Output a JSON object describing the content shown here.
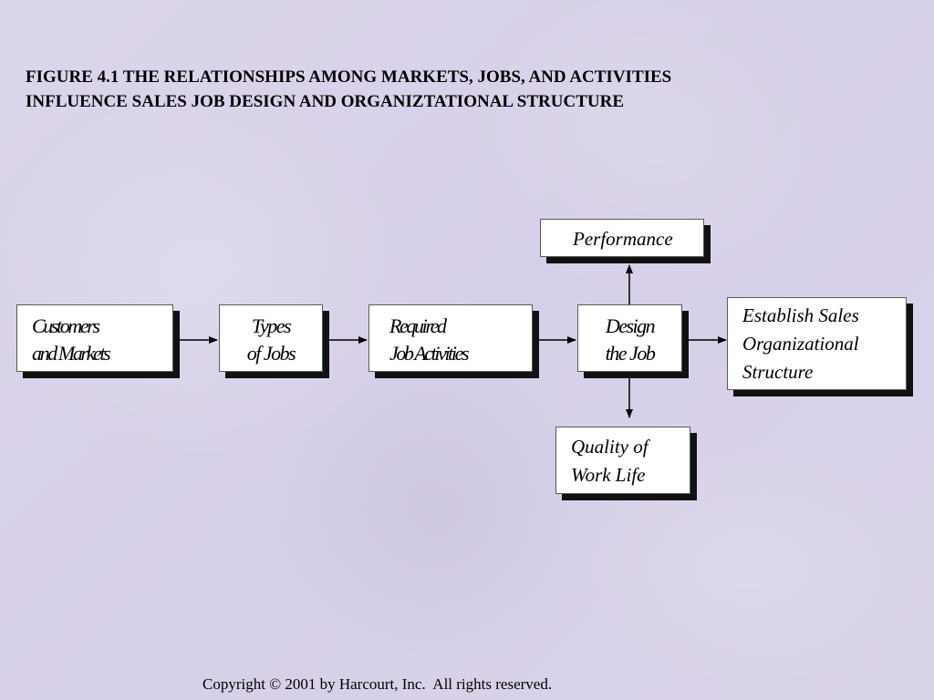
{
  "figure": {
    "title_line1": "FIGURE 4.1  THE RELATIONSHIPS AMONG MARKETS, JOBS, AND ACTIVITIES",
    "title_line2": "INFLUENCE SALES JOB DESIGN AND ORGANIZTATIONAL STRUCTURE"
  },
  "nodes": {
    "customers_markets": "Customers\nand Markets",
    "types_of_jobs": "Types\nof Jobs",
    "required_job_activities": "Required\nJob Activities",
    "design_the_job": "Design\nthe Job",
    "establish_sales_structure": "Establish Sales\nOrganizational\nStructure",
    "performance": "Performance",
    "quality_of_work_life": "Quality of\nWork Life"
  },
  "footer": {
    "copyright": "Copyright © 2001 by Harcourt, Inc.  All rights reserved."
  },
  "colors": {
    "background": "#d9d3ea",
    "box_fill": "#ffffff",
    "box_shadow": "#111111",
    "text": "#000000"
  }
}
